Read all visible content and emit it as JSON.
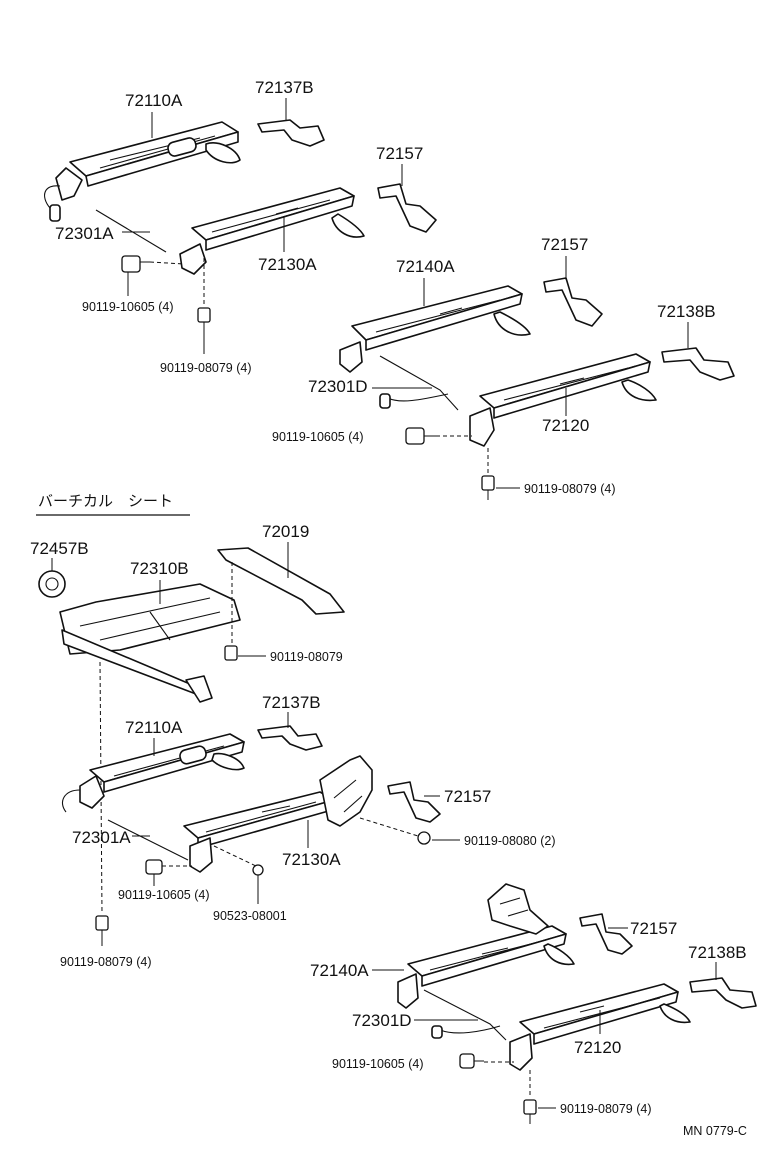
{
  "diagram": {
    "section_heading": "バーチカル　シート",
    "diagram_code": "MN 0779-C",
    "upper": {
      "p72110A": "72110A",
      "p72137B": "72137B",
      "p72157_a": "72157",
      "p72301A": "72301A",
      "p72130A": "72130A",
      "p90119_10605": "90119-10605 (4)",
      "p90119_08079": "90119-08079 (4)",
      "p72140A": "72140A",
      "p72157_b": "72157",
      "p72138B": "72138B",
      "p72301D": "72301D",
      "p72120": "72120",
      "p90119_10605_b": "90119-10605 (4)",
      "p90119_08079_b": "90119-08079 (4)"
    },
    "lower": {
      "p72457B": "72457B",
      "p72310B": "72310B",
      "p72019": "72019",
      "p90119_08079_single": "90119-08079",
      "p72110A": "72110A",
      "p72137B": "72137B",
      "p72157_a": "72157",
      "p90119_08080": "90119-08080 (2)",
      "p72301A": "72301A",
      "p72130A": "72130A",
      "p90119_10605": "90119-10605 (4)",
      "p90523_08001": "90523-08001",
      "p90119_08079": "90119-08079 (4)",
      "p72157_b": "72157",
      "p72138B": "72138B",
      "p72140A": "72140A",
      "p72301D": "72301D",
      "p72120": "72120",
      "p90119_10605_b": "90119-10605 (4)",
      "p90119_08079_b": "90119-08079 (4)"
    }
  }
}
